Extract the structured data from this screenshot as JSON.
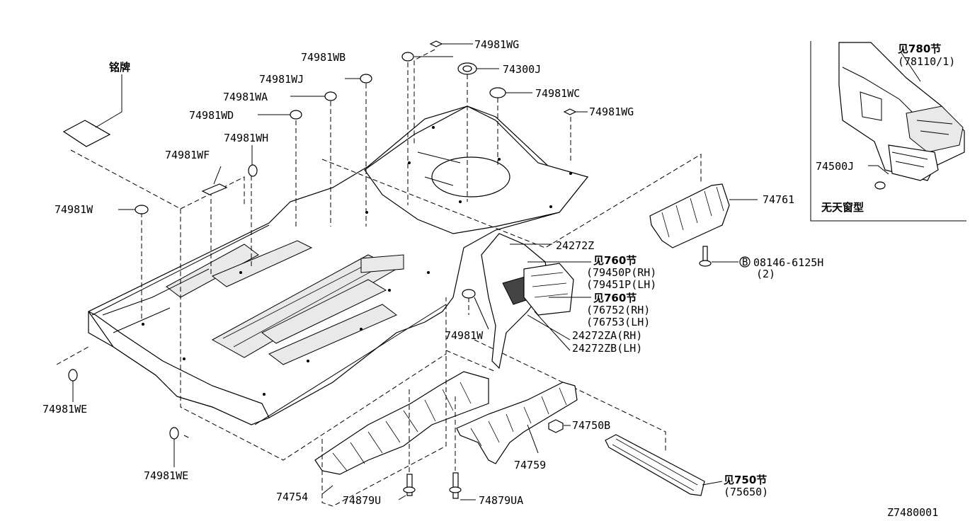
{
  "diagram_id": "Z7480001",
  "labels": {
    "nameplate": "铭牌",
    "p74981WB": "74981WB",
    "p74981WG_top": "74981WG",
    "p74300J": "74300J",
    "p74981WJ": "74981WJ",
    "p74981WC": "74981WC",
    "p74981WA": "74981WA",
    "p74981WD": "74981WD",
    "p74981WG_mid": "74981WG",
    "p74981WH": "74981WH",
    "p74981WF": "74981WF",
    "p74981W_left": "74981W",
    "p74761": "74761",
    "p24272Z": "24272Z",
    "see760_a": "见760节",
    "p79450P": "(79450P(RH)",
    "p79451P": "(79451P(LH)",
    "see760_b": "见760节",
    "p76752": "(76752(RH)",
    "p76753": "(76753(LH)",
    "p24272ZA": "24272ZA(RH)",
    "p24272ZB": "24272ZB(LH)",
    "p74981W_right": "74981W",
    "bolt_circle": "B",
    "p08146": "08146-6125H",
    "p08146_qty": "(2)",
    "p74981WE_a": "74981WE",
    "p74981WE_b": "74981WE",
    "p74750B": "74750B",
    "p74759": "74759",
    "see750": "见750节",
    "p75650": "(75650)",
    "p74754": "74754",
    "p74879U": "74879U",
    "p74879UA": "74879UA",
    "inset": {
      "see780": "见780节",
      "p78110": "(78110/1)",
      "p74500J": "74500J",
      "no_sunroof": "无天窗型"
    }
  }
}
